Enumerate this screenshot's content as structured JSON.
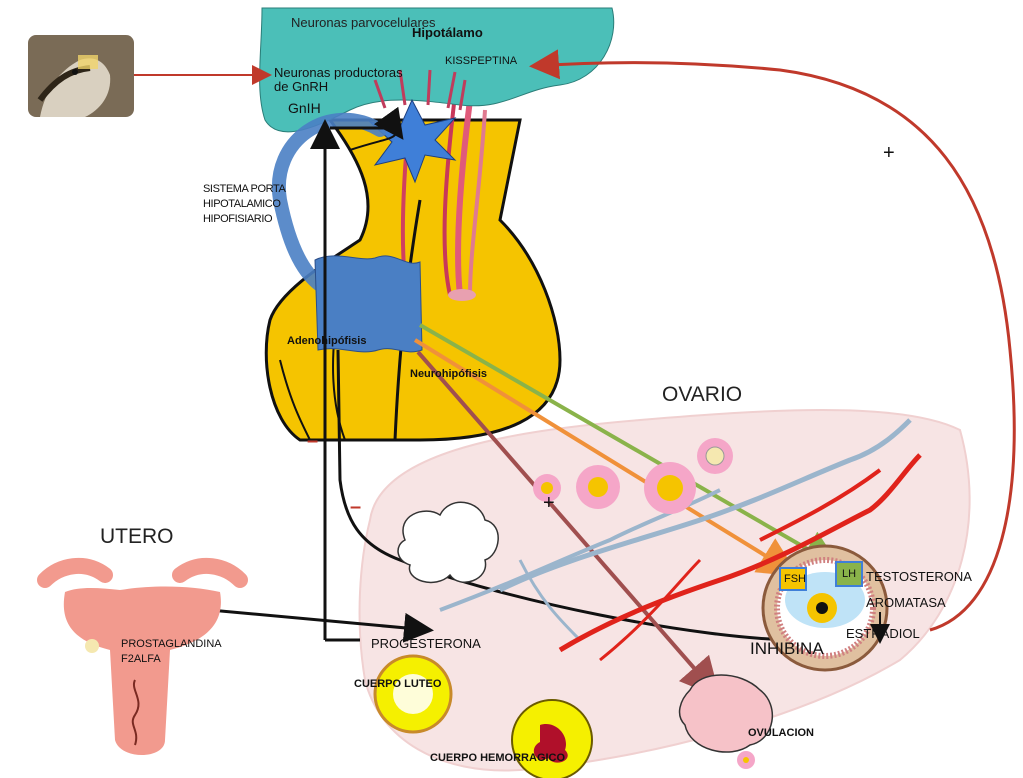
{
  "diagram": {
    "labels": {
      "neuronas_parvo": "Neuronas parvocelulares",
      "hipotalamo": "Hipotálamo",
      "neuronas_gnrh": "Neuronas productoras de GnRH",
      "kisspeptina": "KISSPEPTINA",
      "gnih": "GnIH",
      "sistema_porta": "SISTEMA PORTA HIPOTALAMICO HIPOFISIARIO",
      "adenohipofisis": "Adenohipófisis",
      "neurohipofisis": "Neurohipófisis",
      "ovario": "OVARIO",
      "utero": "UTERO",
      "prostaglandina": "PROSTAGLANDINA F2ALFA",
      "progesterona": "PROGESTERONA",
      "cuerpo_luteo": "CUERPO LUTEO",
      "cuerpo_hemorragico": "CUERPO HEMORRAGICO",
      "ovulacion": "OVULACION",
      "inhibina": "INHIBINA",
      "testosterona": "TESTOSTERONA",
      "aromatasa": "AROMATASA",
      "estradiol": "ESTRADIOL",
      "fsh": "FSH",
      "lh": "LH",
      "plus_right": "+",
      "plus_ovary": "+",
      "minus_1": "–",
      "minus_2": "–"
    },
    "colors": {
      "hypothalamus": "#4bbfb8",
      "pituitary": "#f5c400",
      "portal_system": "#4a7fc4",
      "feedback_arrow": "#c0392b",
      "ovary": "#f7e4e4",
      "uterus": "#f29a8e",
      "green_arrow": "#8ab34a",
      "orange_arrow": "#f0913a",
      "brown_arrow": "#a04f4f",
      "black_arrow": "#111111"
    },
    "photo_icon": "dog-photo"
  }
}
